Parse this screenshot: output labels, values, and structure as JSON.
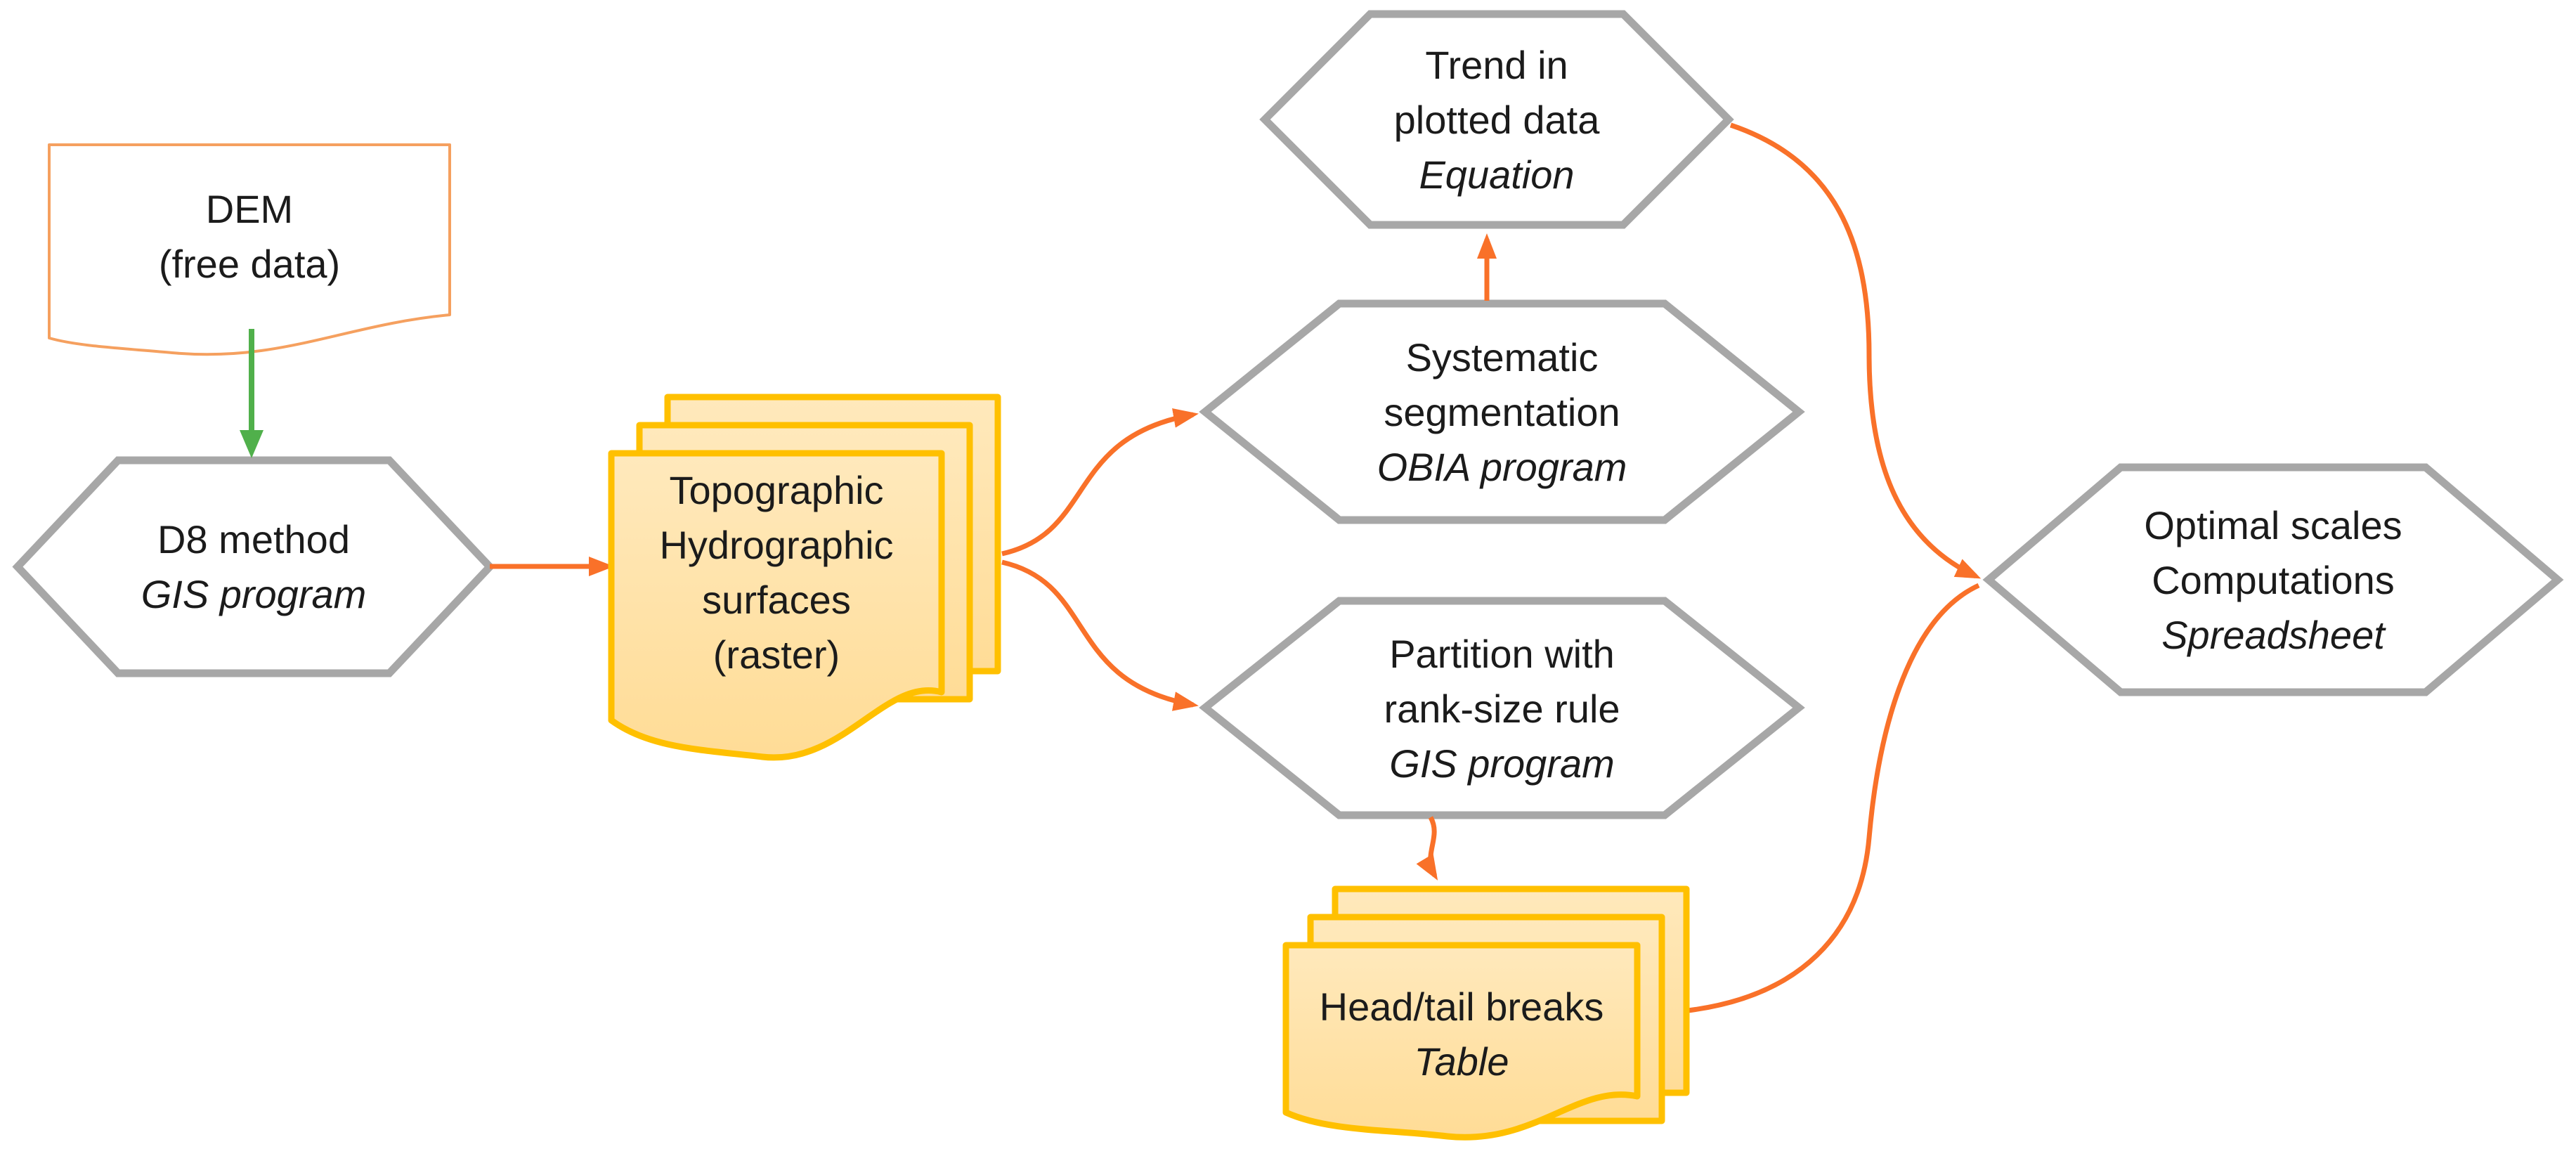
{
  "theme": {
    "bg": "#FFFFFF",
    "arrow-orange": "#F97129",
    "arrow-green": "#50B04B",
    "hex-border": "#A7A7A7",
    "hex-fill": "#FFFFFF",
    "doc-border": "#F5A05F",
    "stack-border": "#FFC000",
    "stack-fill": "#FFE1A4",
    "text": "#1B1B1B"
  },
  "nodes": {
    "dem": {
      "lines": [
        "DEM",
        "(free data)"
      ]
    },
    "d8": {
      "lines": [
        "D8 method",
        "GIS program"
      ]
    },
    "topo": {
      "lines": [
        "Topographic",
        "Hydrographic",
        "surfaces",
        "(raster)"
      ]
    },
    "trend": {
      "lines": [
        "Trend in",
        "plotted data",
        "Equation"
      ]
    },
    "systematic": {
      "lines": [
        "Systematic",
        "segmentation",
        "OBIA program"
      ]
    },
    "partition": {
      "lines": [
        "Partition with",
        "rank-size rule",
        "GIS program"
      ]
    },
    "headtail": {
      "lines": [
        "Head/tail breaks",
        "Table"
      ]
    },
    "optimal": {
      "lines": [
        "Optimal scales",
        "Computations",
        "Spreadsheet"
      ]
    }
  }
}
